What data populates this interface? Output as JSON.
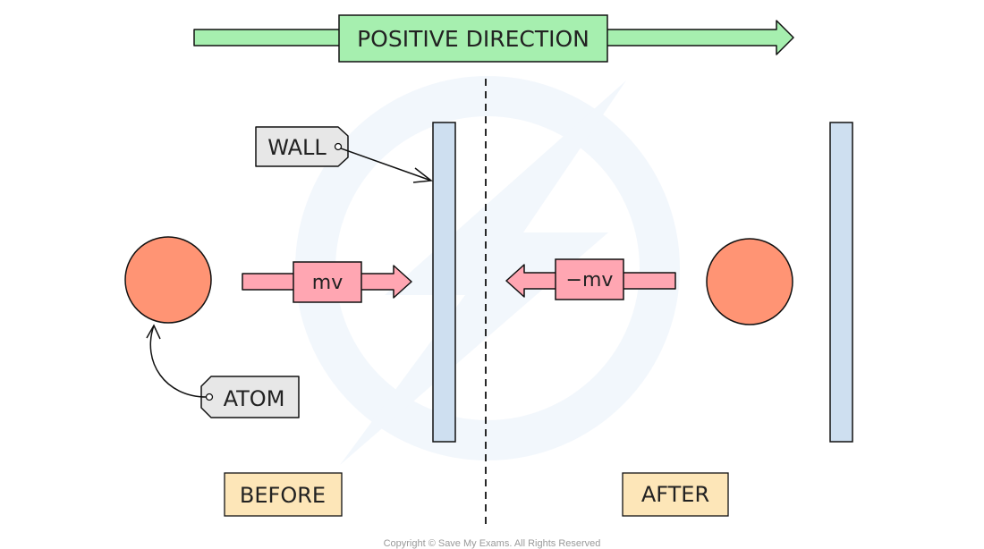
{
  "direction": {
    "label": "POSITIVE DIRECTION",
    "color": "#a6efaf"
  },
  "before": {
    "label": "BEFORE",
    "momentum_label": "mv",
    "momentum_direction": "right"
  },
  "after": {
    "label": "AFTER",
    "momentum_label": "−mv",
    "momentum_direction": "left"
  },
  "labels": {
    "wall": "WALL",
    "atom": "ATOM"
  },
  "colors": {
    "atom": "#ff9474",
    "momentum_arrow": "#ffa6b2",
    "wall": "#cedff0",
    "phase_tag": "#fde6b8",
    "tag": "#e7e7e7"
  },
  "copyright": "Copyright © Save My Exams. All Rights Reserved"
}
